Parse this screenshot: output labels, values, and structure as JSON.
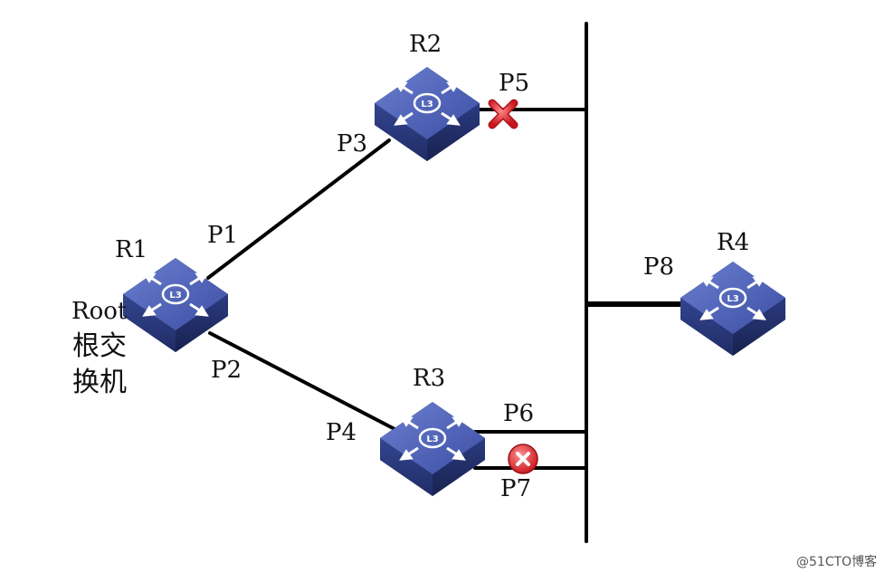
{
  "diagram": {
    "switches": {
      "r1": {
        "label": "R1"
      },
      "r2": {
        "label": "R2"
      },
      "r3": {
        "label": "R3"
      },
      "r4": {
        "label": "R4"
      }
    },
    "ports": {
      "p1": "P1",
      "p2": "P2",
      "p3": "P3",
      "p4": "P4",
      "p5": "P5",
      "p6": "P6",
      "p7": "P7",
      "p8": "P8"
    },
    "root_note": {
      "line1": "Root",
      "line2": "根交",
      "line3": "换机"
    },
    "blocked_ports": [
      "P5",
      "P7"
    ],
    "colors": {
      "switch_top": "#4a5fb0",
      "switch_side": "#2e3f86",
      "link": "#000000",
      "block_red": "#d9262c"
    }
  },
  "watermark": "@51CTO博客"
}
